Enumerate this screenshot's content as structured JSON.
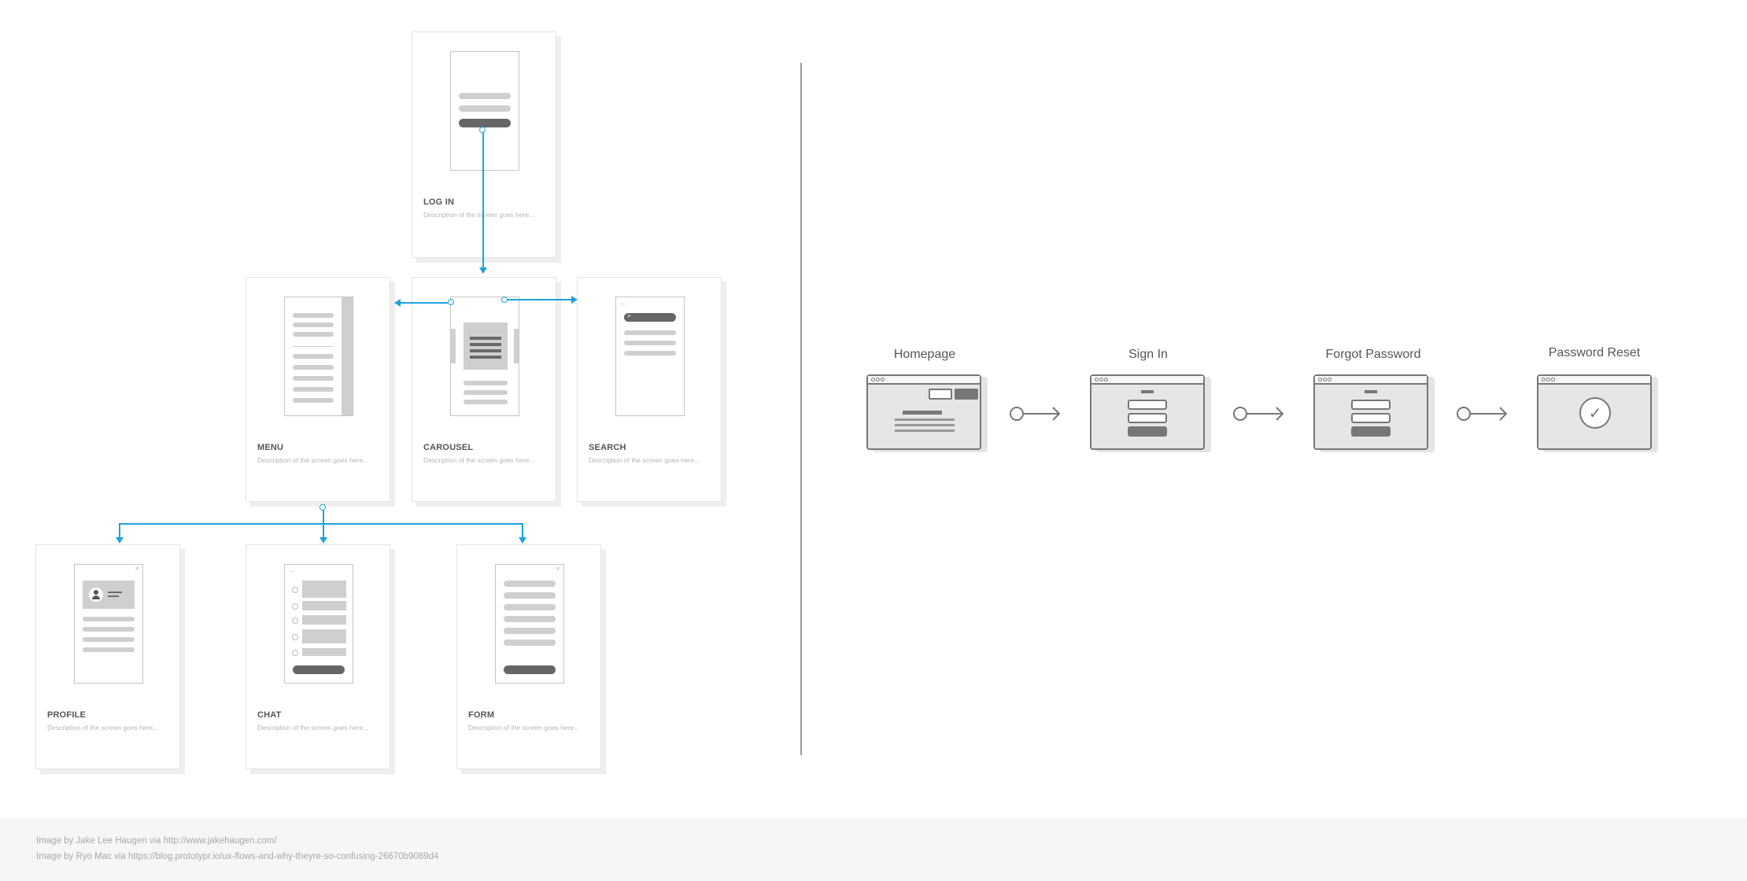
{
  "sitemap": {
    "screens": [
      {
        "id": "login",
        "title": "LOG IN",
        "description": "Description of the screen goes here..."
      },
      {
        "id": "menu",
        "title": "MENU",
        "description": "Description of the screen goes here..."
      },
      {
        "id": "carousel",
        "title": "CAROUSEL",
        "description": "Description of the screen goes here..."
      },
      {
        "id": "search",
        "title": "SEARCH",
        "description": "Description of the screen goes here..."
      },
      {
        "id": "profile",
        "title": "PROFILE",
        "description": "Description of the screen goes here..."
      },
      {
        "id": "chat",
        "title": "CHAT",
        "description": "Description of the screen goes here..."
      },
      {
        "id": "form",
        "title": "FORM",
        "description": "Description of the screen goes here..."
      }
    ],
    "icons": {
      "back": "←",
      "close": "×",
      "search": "⌕",
      "menu_back": "←"
    }
  },
  "flow": {
    "steps": [
      {
        "label": "Homepage",
        "icon": "homepage-wireframe"
      },
      {
        "label": "Sign In",
        "icon": "signin-wireframe"
      },
      {
        "label": "Forgot Password",
        "icon": "forgot-password-wireframe"
      },
      {
        "label": "Password Reset",
        "icon": "checkmark-icon"
      }
    ],
    "checkmark": "✓"
  },
  "footer": {
    "credit1": "Image by Jake Lee Haugen via http://www.jakehaugen.com/",
    "credit2": "Image by Ryo Mac via https://blog.prototypr.io/ux-flows-and-why-theyre-so-confusing-26670b9089d4"
  },
  "colors": {
    "connector": "#1ea2d9",
    "wire_light": "#cfcfcf",
    "wire_dark": "#666666",
    "flow_stroke": "#777777"
  }
}
